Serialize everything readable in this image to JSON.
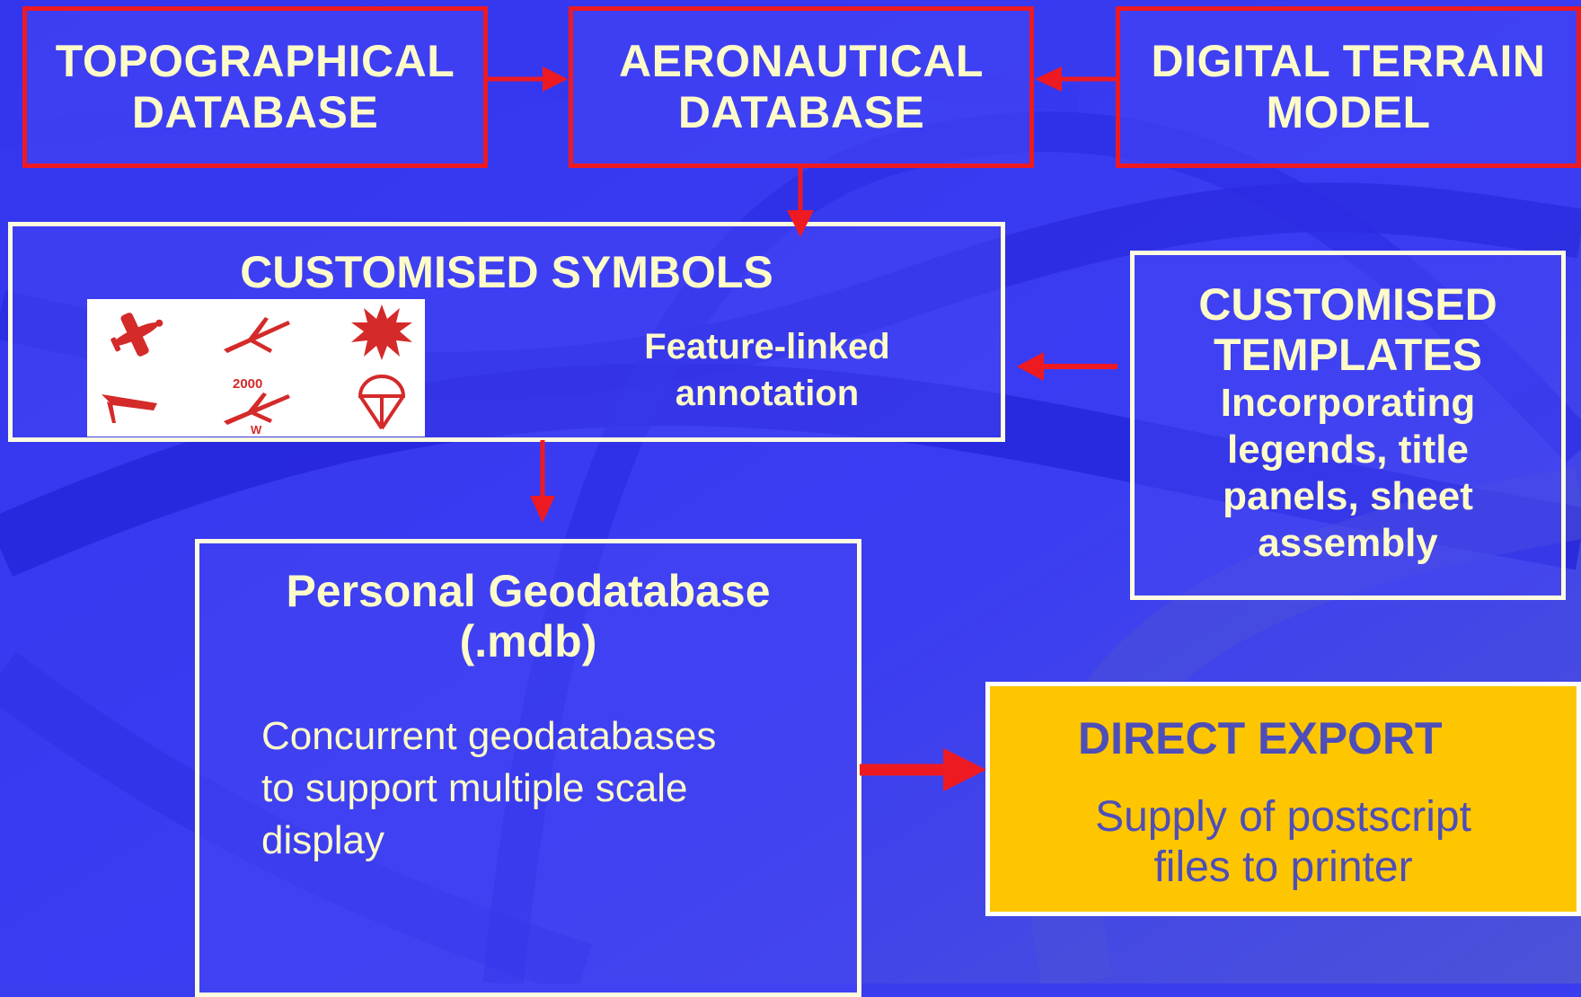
{
  "colors": {
    "background": "#3a3cf0",
    "text": "#fdfbc8",
    "arrow": "#ee1a22",
    "red_border": "#ee1a22",
    "export_fill": "#fdc600",
    "export_text": "#4e4eb8"
  },
  "topographical": {
    "line1": "TOPOGRAPHICAL",
    "line2": "DATABASE"
  },
  "aeronautical": {
    "line1": "AERONAUTICAL",
    "line2": "DATABASE"
  },
  "terrain": {
    "line1": "DIGITAL TERRAIN",
    "line2": "MODEL"
  },
  "symbols": {
    "title": "CUSTOMISED SYMBOLS",
    "icons": [
      "airplane-icon",
      "glider-icon",
      "explosion-icon",
      "hang-glider-icon",
      "altitude-glider-icon",
      "parachute-icon"
    ],
    "icon_label_altitude": "2000",
    "icon_label_w": "W",
    "annotation_line1": "Feature-linked",
    "annotation_line2": "annotation"
  },
  "templates": {
    "title_line1": "CUSTOMISED",
    "title_line2": "TEMPLATES",
    "desc_line1": "Incorporating",
    "desc_line2": "legends, title",
    "desc_line3": "panels, sheet",
    "desc_line4": "assembly"
  },
  "geodatabase": {
    "title_line1": "Personal Geodatabase",
    "title_line2": "(.mdb)",
    "desc_line1": "Concurrent geodatabases",
    "desc_line2": "to support multiple scale",
    "desc_line3": "display"
  },
  "export": {
    "title": "DIRECT EXPORT",
    "desc_line1": "Supply of postscript",
    "desc_line2": "files to printer"
  }
}
